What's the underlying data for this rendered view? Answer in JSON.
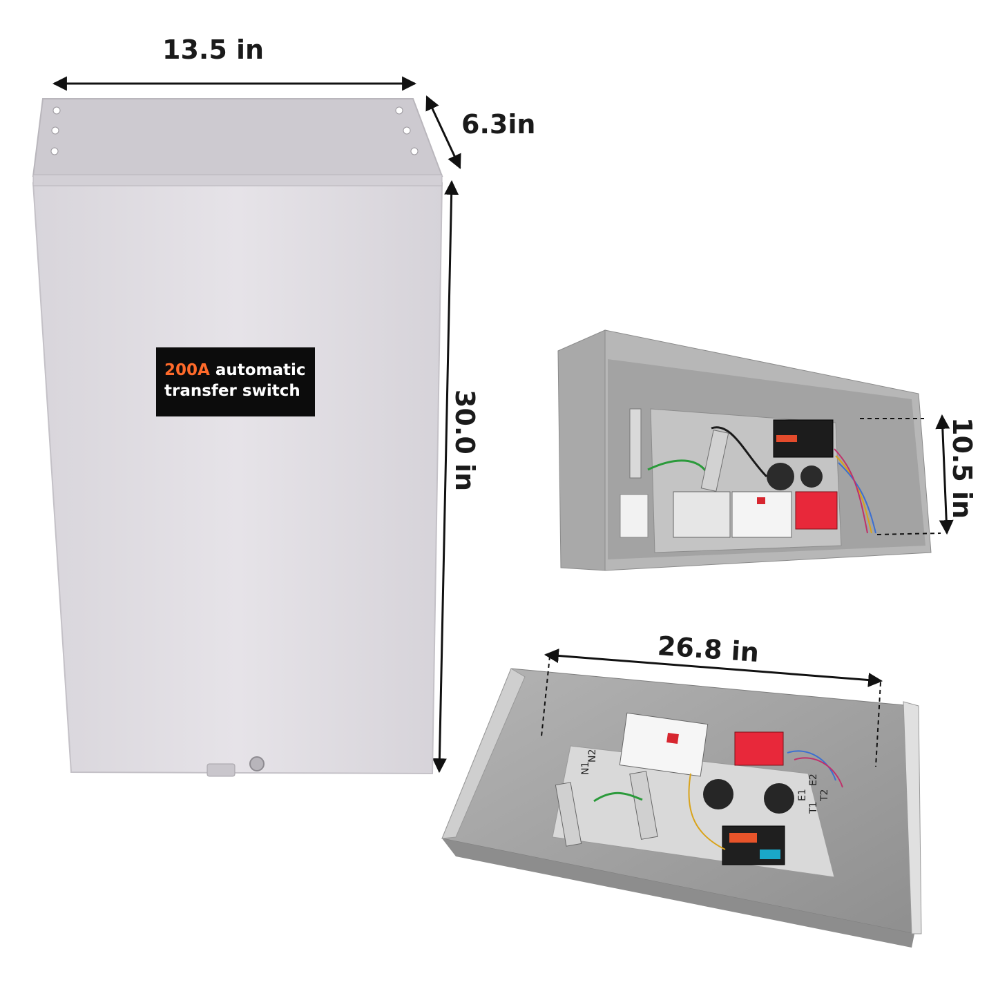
{
  "dimensions": {
    "width": "13.5 in",
    "depth": "6.3in",
    "height": "30.0 in",
    "inner_height": "10.5 in",
    "inner_width": "26.8 in"
  },
  "product_label": {
    "rating": "200A",
    "line1_rest": "automatic",
    "line2": "transfer switch"
  },
  "panel_labels": {
    "n1": "N1",
    "n2": "N2",
    "e2": "E2",
    "t2": "T2",
    "e1": "E1",
    "t1": "T1"
  },
  "colors": {
    "enclosure": "#dedbe0",
    "enclosure_top": "#c9c6cc",
    "interior": "#9a9a9a",
    "breaker_red": "#e8283a",
    "label_accent": "#ff6a2a"
  }
}
